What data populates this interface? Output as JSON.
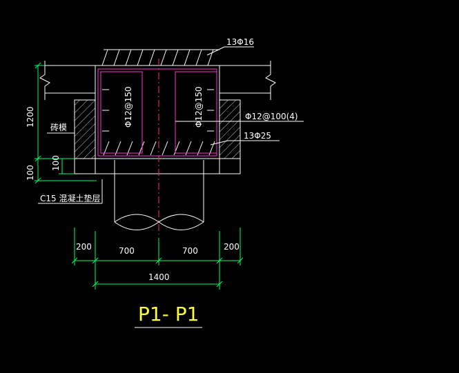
{
  "colors": {
    "background": "#000000",
    "outline": "#ffffff",
    "dimension": "#00ff66",
    "rebar": "#ff33cc",
    "center_line": "#ff3366",
    "hatch": "#ffffff",
    "title": "#ffff33",
    "label_text": "#ffffff",
    "dimension_text": "#ffffff"
  },
  "labels": {
    "top_bar": "13Φ16",
    "stirrup": "Φ12@100(4)",
    "bottom_bar": "13Φ25",
    "side_bar_left": "Φ12@150",
    "side_bar_right": "Φ12@150",
    "brick": "砖模",
    "cushion": "C15 混凝土垫层"
  },
  "dimensions": {
    "left_height": "1200",
    "left_bottom": "100",
    "inner_bottom": "100",
    "span_left_outer": "200",
    "span_left_inner": "700",
    "span_right_inner": "700",
    "span_right_outer": "200",
    "total": "1400"
  },
  "title": "P1- P1"
}
